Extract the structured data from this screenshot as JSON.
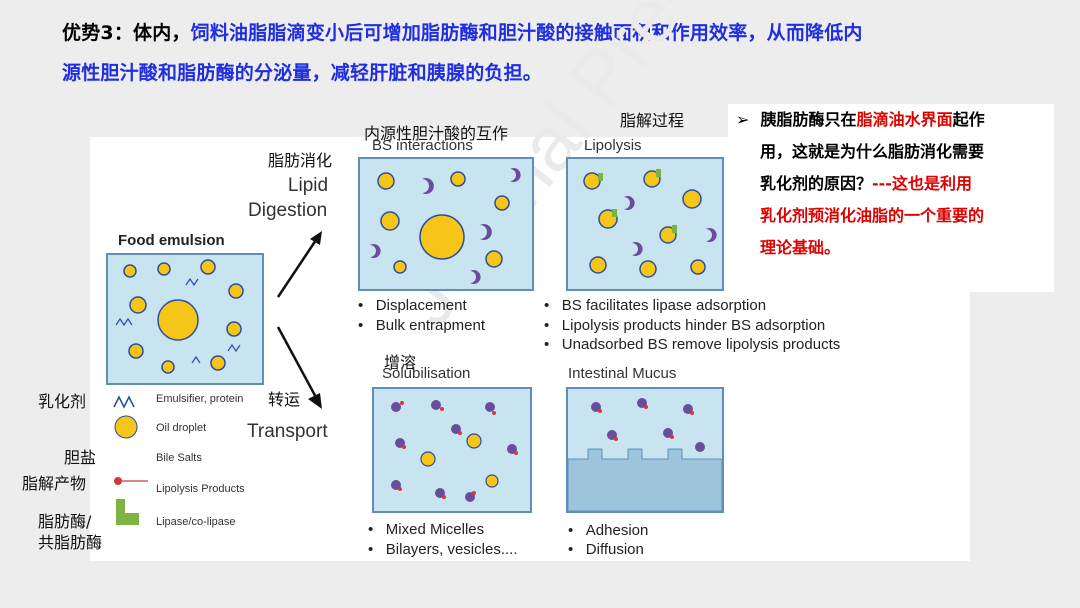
{
  "title": {
    "prefix": "优势3：体内，",
    "line1_blue": "饲料油脂脂滴变小后可增加脂肪酶和胆汁酸的接触面积和作用效率，从而降低内",
    "line2_blue": "源性胆汁酸和脂肪酶的分泌量，减轻肝脏和胰腺的负担。"
  },
  "note": {
    "bullet": "➢",
    "t1": "胰脂肪酶只在",
    "t2": "脂滴油水界面",
    "t3": "起作",
    "t4": "用，这就是为什么脂肪消化需要",
    "t5": "乳化剂的原因？",
    "t6": "---这也是利用",
    "t7": "乳化剂预消化油脂的一个重要的",
    "t8": "理论基础。"
  },
  "figure": {
    "food_emulsion": "Food emulsion",
    "lipid_digestion_zh": "脂肪消化",
    "lipid": "Lipid",
    "digestion": "Digestion",
    "transport_zh": "转运",
    "transport": "Transport",
    "bs_interactions_zh": "内源性胆汁酸的互作",
    "bs_interactions": "BS interactions",
    "lipolysis_zh": "脂解过程",
    "lipolysis": "Lipolysis",
    "solubilisation_zh": "增溶",
    "solubilisation": "Solubilisation",
    "intestinal_mucus": "Intestinal Mucus",
    "bullets_bs": [
      "Displacement",
      "Bulk entrapment"
    ],
    "bullets_lipolysis": [
      "BS facilitates lipase adsorption",
      "Lipolysis products hinder BS adsorption",
      "Unadsorbed BS remove lipolysis products"
    ],
    "bullets_sol": [
      "Mixed Micelles",
      "Bilayers, vesicles...."
    ],
    "bullets_mucus": [
      "Adhesion",
      "Diffusion"
    ],
    "bullet_char": "•",
    "watermark": "Journal Pre-proof"
  },
  "legend": {
    "emulsifier_zh": "乳化剂",
    "emulsifier": "Emulsifier, protein",
    "oil": "Oil droplet",
    "bile_zh": "胆盐",
    "bile": "Bile Salts",
    "lipo_zh": "脂解产物",
    "lipo": "Lipolysis Products",
    "lipase_zh_1": "脂肪酶/",
    "lipase_zh_2": "共脂肪酶",
    "lipase": "Lipase/co-lipase"
  },
  "colors": {
    "blue_text": "#1f2ee0",
    "red_text": "#e00000",
    "box_fill": "#c8e4f0",
    "oil": "#f5c518",
    "bile": "#6a4c9c",
    "lipase": "#7cb342"
  }
}
